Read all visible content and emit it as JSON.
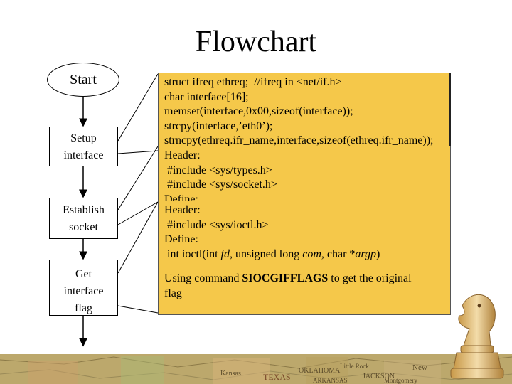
{
  "title": "Flowchart",
  "flow": {
    "start": "Start",
    "step1": [
      "Setup",
      "interface"
    ],
    "step2": [
      "Establish",
      "socket"
    ],
    "step3": [
      "Get",
      "interface",
      "flag"
    ]
  },
  "panel1": {
    "lines": [
      "struct ifreq ethreq;  //ifreq in <net/if.h>",
      "char interface[16];",
      "memset(interface,0x00,sizeof(interface));",
      "strcpy(interface,’eth0’);",
      "strncpy(ethreq.ifr_name,interface,sizeof(ethreq.ifr_name));"
    ]
  },
  "panel2": {
    "header": "Header:",
    "include1": " #include <sys/types.h>",
    "include2": " #include <sys/socket.h>",
    "define": "Define:"
  },
  "panel3": {
    "header": "Header:",
    "include": " #include <sys/ioctl.h>",
    "define": "Define:",
    "sig_prefix": " int ioctl(int ",
    "sig_fd": "fd",
    "sig_mid1": ", unsigned long ",
    "sig_com": "com",
    "sig_mid2": ", char *",
    "sig_argp": "argp",
    "sig_suffix": ")",
    "using_prefix": "Using command ",
    "using_cmd": "SIOCGIFFLAGS",
    "using_suffix": " to get the original",
    "using_line2": "flag"
  },
  "map_labels": [
    "Kansas",
    "TEXAS",
    "OKLAHOMA",
    "Little Rock",
    "JACKSON",
    "New",
    "Montgomery",
    "ARKANSAS"
  ]
}
